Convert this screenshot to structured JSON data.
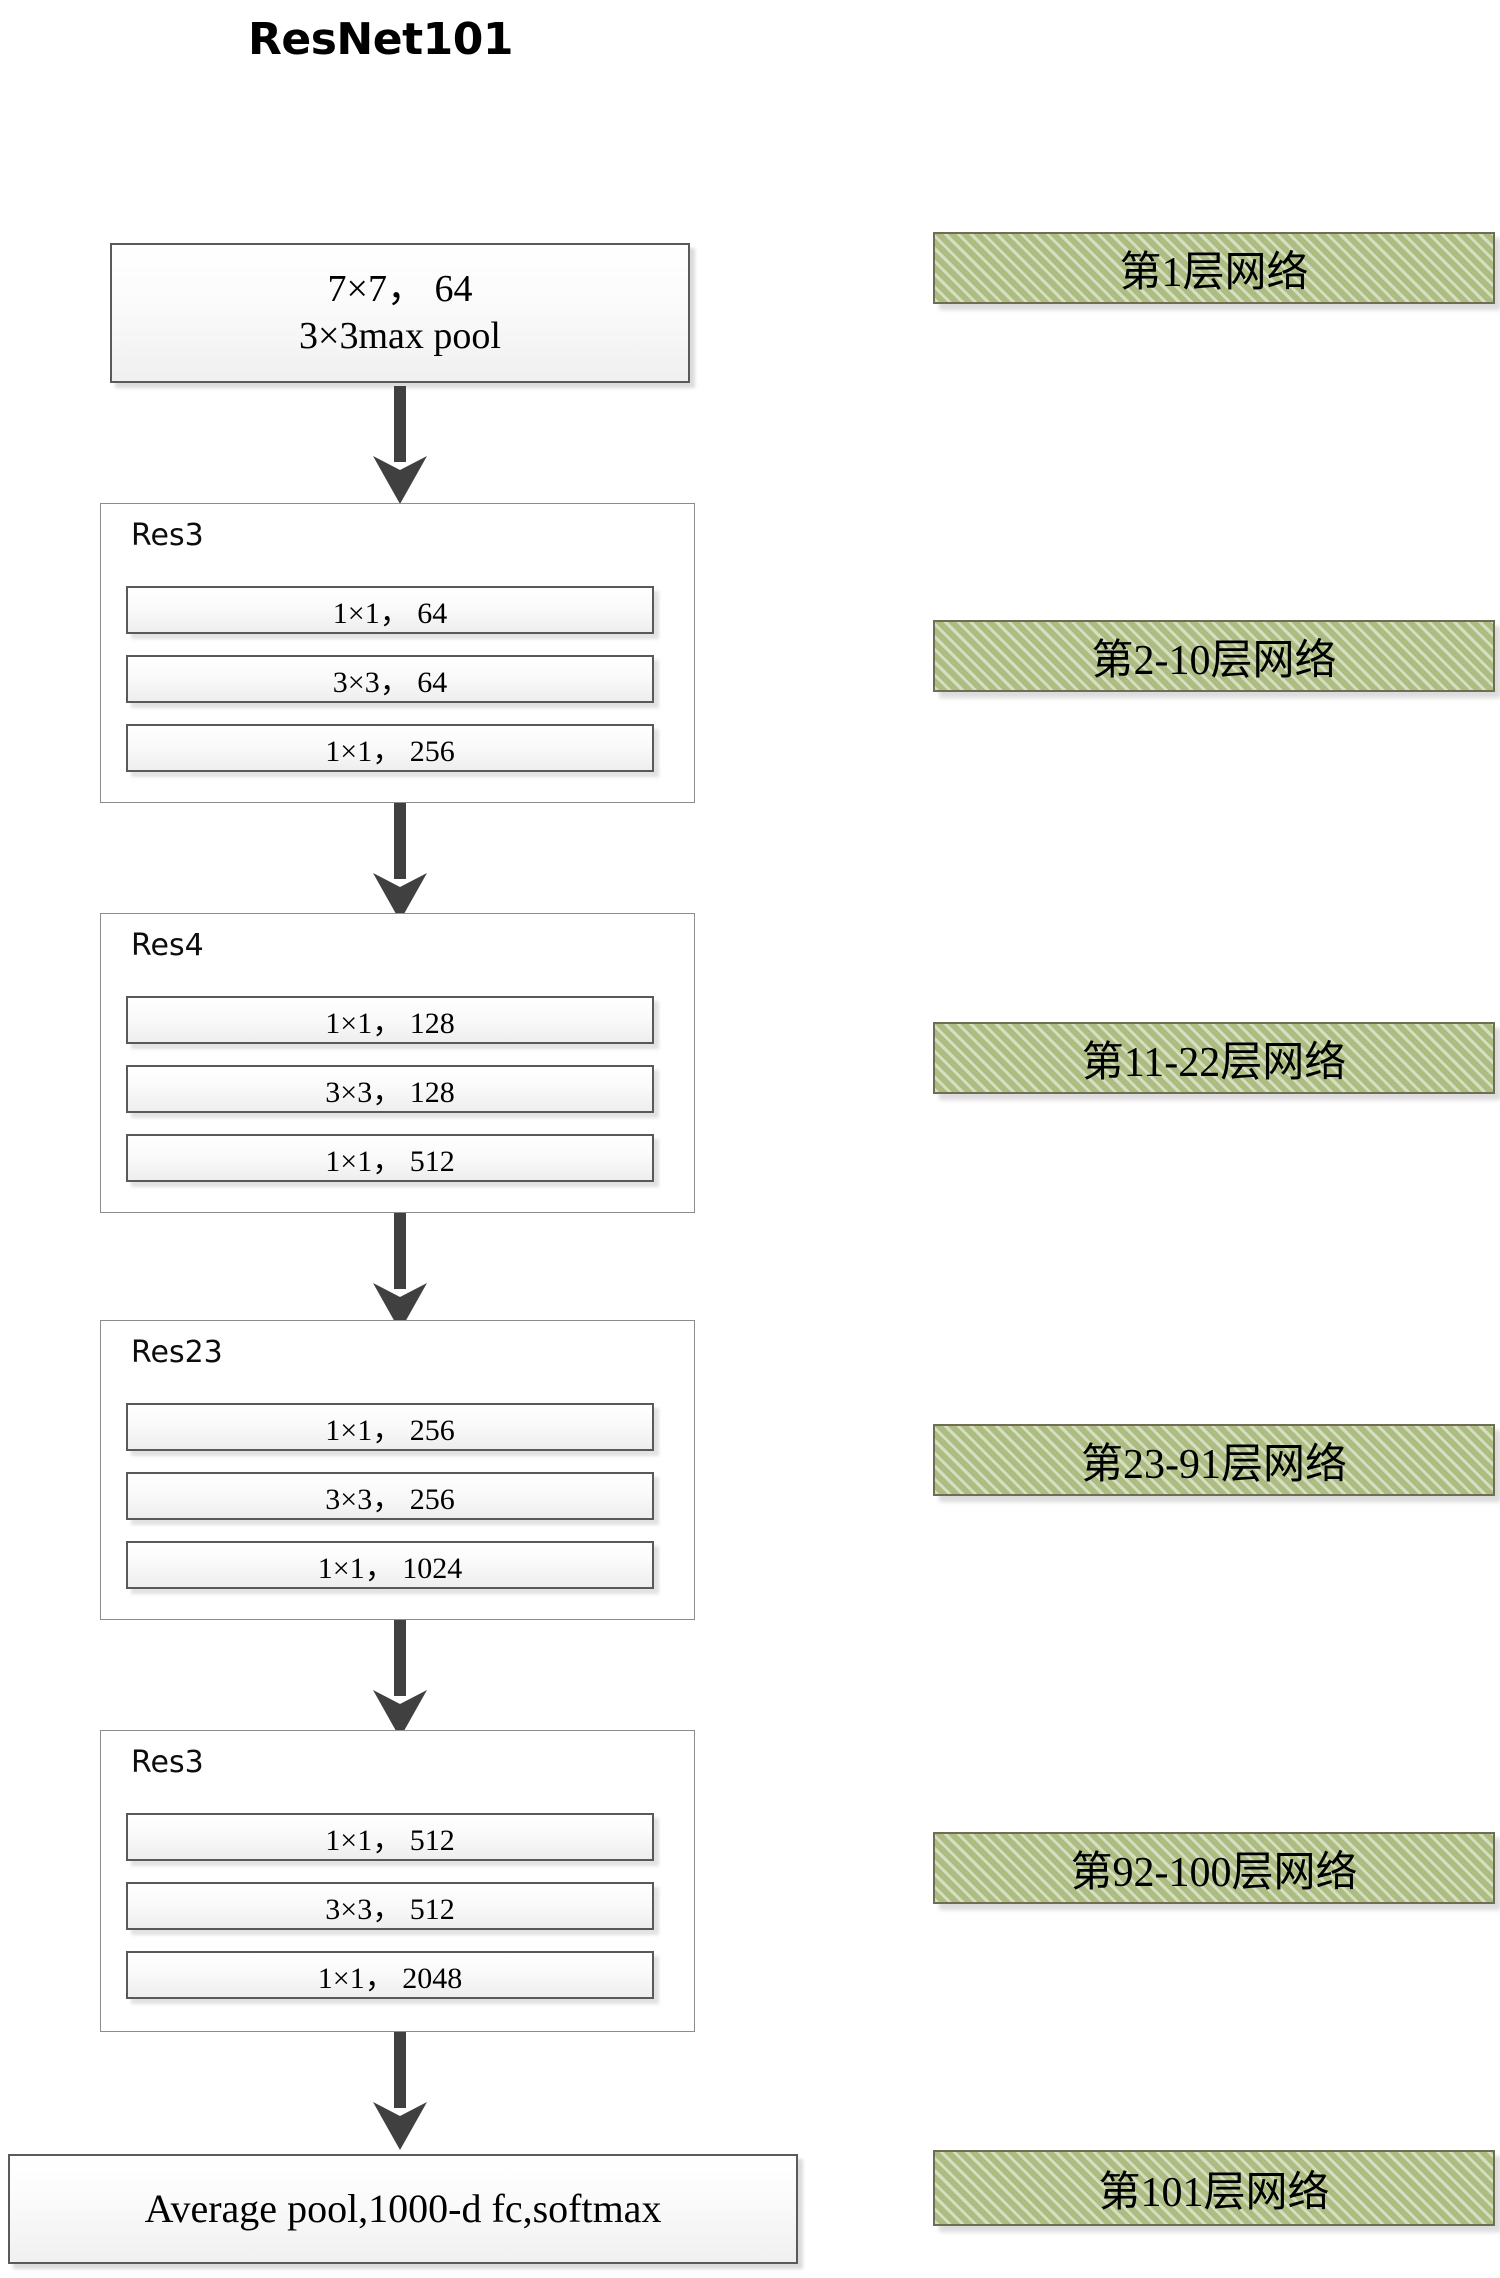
{
  "title": "ResNet101",
  "head_stage": {
    "name": "stem",
    "lines": [
      "7×7， 64",
      "3×3max pool"
    ]
  },
  "stages": [
    {
      "label": "Res3",
      "convs": [
        "1×1， 64",
        "3×3， 64",
        "1×1， 256"
      ]
    },
    {
      "label": "Res4",
      "convs": [
        "1×1， 128",
        "3×3， 128",
        "1×1， 512"
      ]
    },
    {
      "label": "Res23",
      "convs": [
        "1×1， 256",
        "3×3， 256",
        "1×1， 1024"
      ]
    },
    {
      "label": "Res3",
      "convs": [
        "1×1， 512",
        "3×3， 512",
        "1×1， 2048"
      ]
    }
  ],
  "tail_stage": {
    "text": "Average pool,1000-d fc,softmax"
  },
  "annotations": [
    {
      "text": "第1层网络"
    },
    {
      "text": "第2-10层网络"
    },
    {
      "text": "第11-22层网络"
    },
    {
      "text": "第23-91层网络"
    },
    {
      "text": "第92-100层网络"
    },
    {
      "text": "第101层网络"
    }
  ],
  "colors": {
    "annotation_fill": "#adbd82",
    "annotation_stripe": "#c8d4a8",
    "annotation_border": "#6e6e52",
    "box_border": "#595959",
    "arrow": "#404040",
    "group_border": "#8c8c8c",
    "text": "#000000",
    "background": "#ffffff"
  },
  "arrow_count": 5
}
